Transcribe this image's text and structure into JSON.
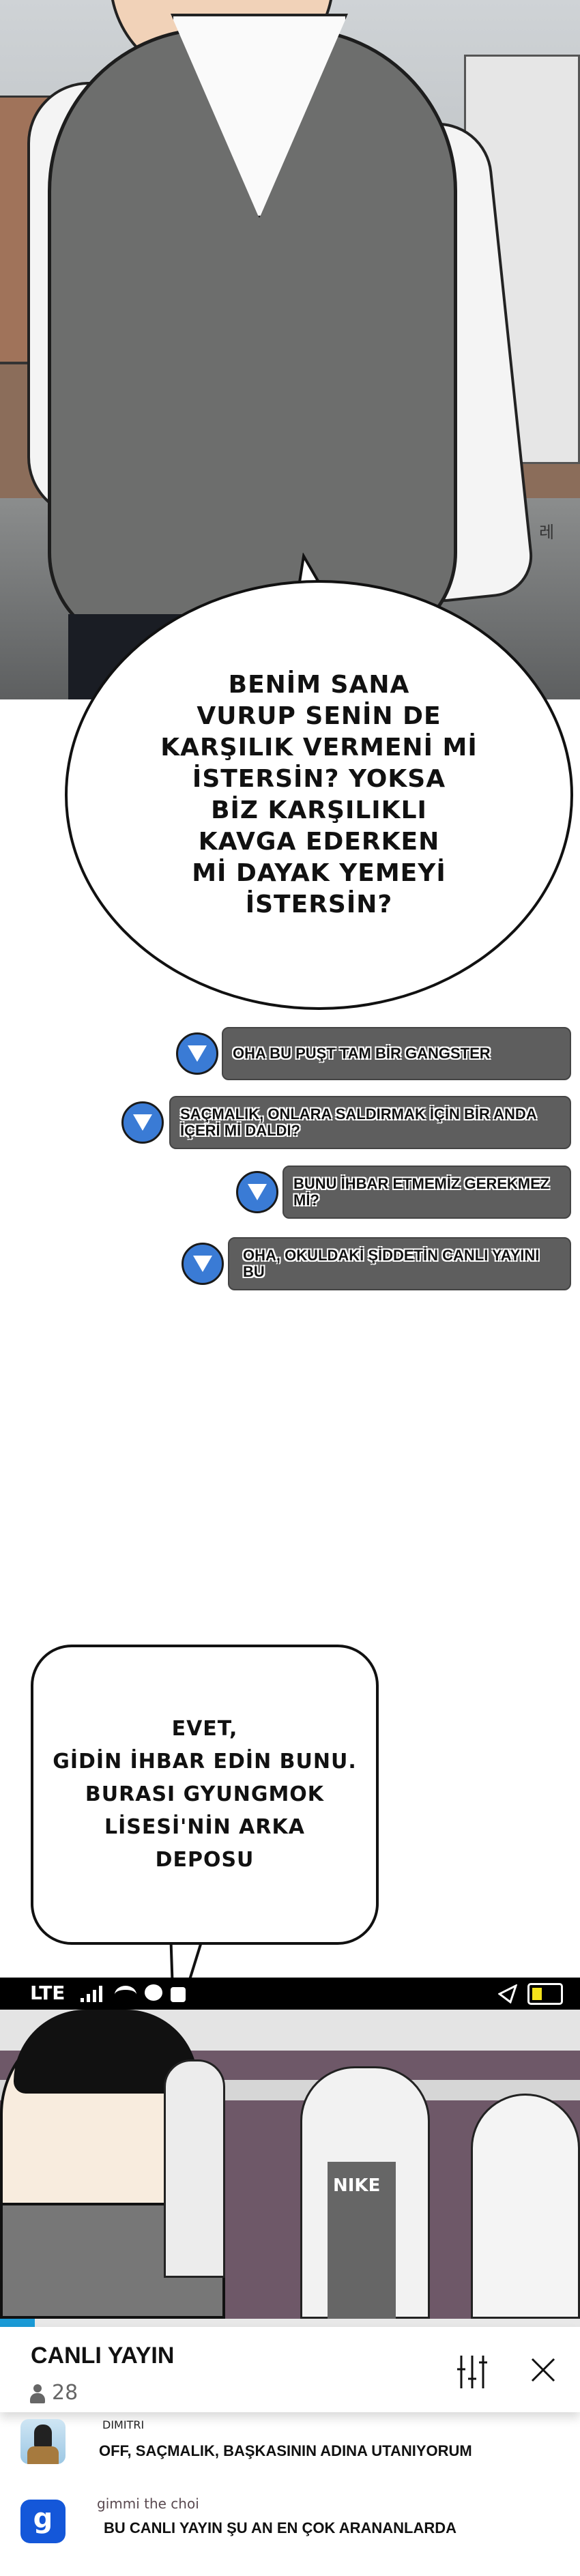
{
  "panel1": {
    "bubble_text": "BENİM SANA\nVURUP SENİN DE\nKARŞILIK VERMENİ Mİ\nİSTERSİN? YOKSA\nBİZ KARŞILIKLI\nKAVGA EDERKEN\nMİ DAYAK YEMEYİ\nİSTERSİN?",
    "sign_text": "레"
  },
  "comments": [
    {
      "text": "OHA BU PUŞT TAM BİR GANGSTER",
      "icon": "down-triangle-icon"
    },
    {
      "text": "SAÇMALIK, ONLARA SALDIRMAK İÇİN BİR ANDA İÇERİ Mİ DALDI?",
      "icon": "down-triangle-icon"
    },
    {
      "text": "BUNU İHBAR ETMEMİZ GEREKMEZ Mİ?",
      "icon": "down-triangle-icon"
    },
    {
      "text": "OHA, OKULDAKİ ŞİDDETİN CANLI YAYINI BU",
      "icon": "down-triangle-icon"
    }
  ],
  "panel2": {
    "bubble_text": "EVET,\nGİDİN İHBAR EDİN BUNU.\nBURASI GYUNGMOK\nLİSESİ'NİN ARKA\nDEPOSU",
    "status_bar": {
      "network": "LTE"
    },
    "shirt_text": "NIKE"
  },
  "live": {
    "title": "CANLI YAYIN",
    "viewers": "28",
    "progress": 0.06,
    "accent": "#1a9ad6",
    "chat": [
      {
        "user": "DIMITRI",
        "message": "OFF, SAÇMALIK, BAŞKASININ ADINA UTANIYORUM"
      },
      {
        "user": "gimmi the choi",
        "avatar_letter": "g",
        "message": "BU CANLI YAYIN ŞU AN EN ÇOK ARANANLARDA"
      }
    ]
  }
}
